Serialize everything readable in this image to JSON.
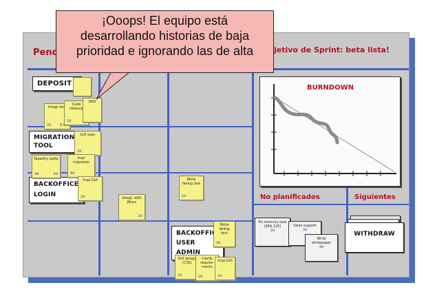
{
  "callout": {
    "lines": [
      "¡Ooops! El equipo está",
      "desarrollando historias de baja",
      "prioridad e ignorando las de alta"
    ]
  },
  "headers": {
    "left": "Pend",
    "goal": "jetivo de Sprint: beta lista!",
    "burndown": "BURNDOWN",
    "unplanned": "No planificados",
    "next": "Siguientes"
  },
  "stories": [
    {
      "label": "DEPOSIT"
    },
    {
      "label": "MIGRATION TOOL"
    },
    {
      "label": "BACKOFFICE LOGIN"
    },
    {
      "label": "BACKOFFICE USER ADMIN"
    },
    {
      "label": "WITHDRAW"
    }
  ],
  "tasks": [
    {
      "text": "Integr test",
      "est": "2d",
      "est2": "0.5d"
    },
    {
      "text": "Code cleanup",
      "est": "1d"
    },
    {
      "text": "DAO",
      "est": ""
    },
    {
      "text": "",
      "est": ""
    },
    {
      "text": "GUI spec",
      "est": "2d"
    },
    {
      "text": "Tapestry spike",
      "est": "3d",
      "est2": "2d"
    },
    {
      "text": "Impl migration",
      "est": "8d"
    },
    {
      "text": "Impl GUI",
      "est": "2d"
    },
    {
      "text": "Integr. with JBoss",
      "est": "2d"
    },
    {
      "text": "Write failing test",
      "est": "1d"
    },
    {
      "text": "Write failing test",
      "est": "2d"
    },
    {
      "text": "GUI design (CSS)",
      "est": "2d"
    },
    {
      "text": "Clarify require-ments",
      "est": "2d"
    },
    {
      "text": "Impl GUI",
      "est": "2d"
    }
  ],
  "unplanned_cards": [
    {
      "text": "Fix memory leak (JIRA 125)",
      "est": "2d"
    },
    {
      "text": "Sales support",
      "est": "3d"
    },
    {
      "text": "Write whitepaper",
      "est": "4d"
    }
  ],
  "colors": {
    "board": "#c9c9c9",
    "grid": "#3e63c6",
    "header": "#b51224",
    "sticky": "#f6f28a",
    "callout": "#f5b8b5"
  }
}
